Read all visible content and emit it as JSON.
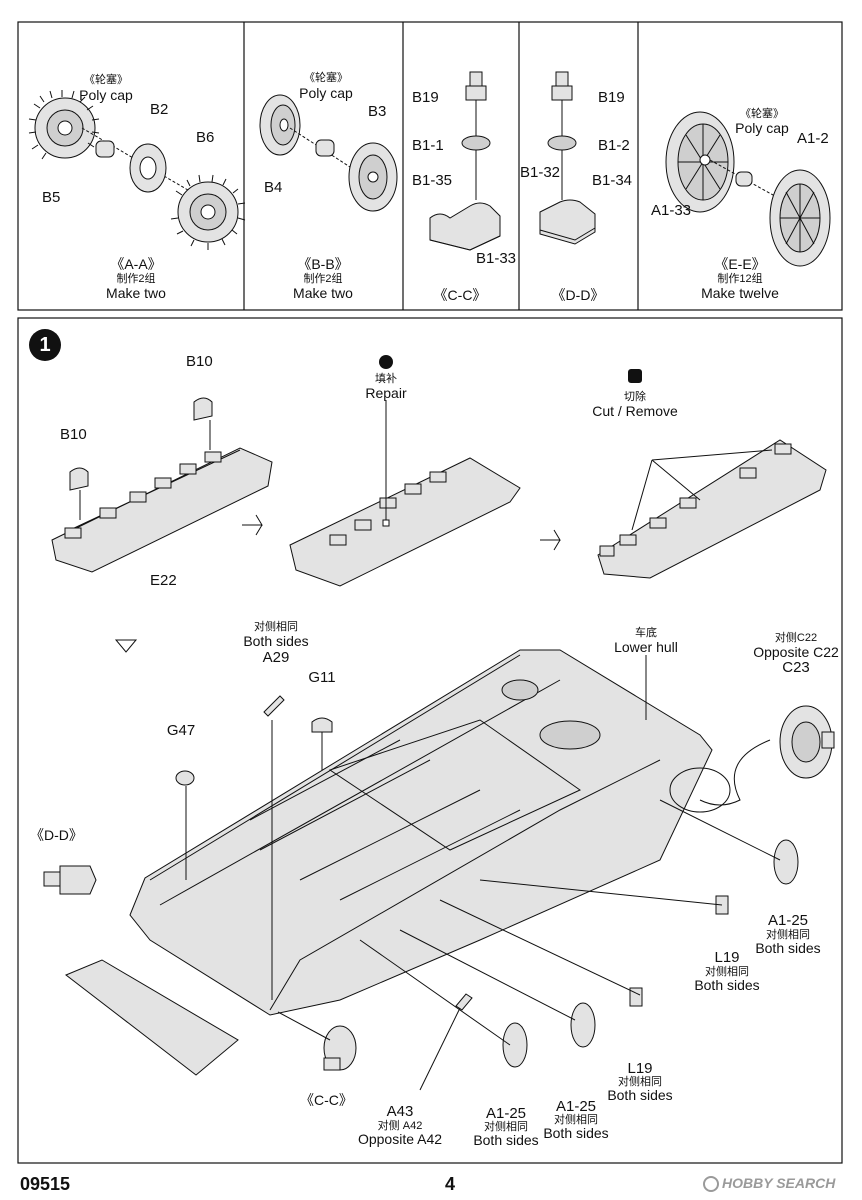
{
  "sub_assemblies": [
    {
      "title": "《A-A》",
      "note_cn": "制作2组",
      "note_en": "Make two",
      "cap_cn": "《轮塞》",
      "cap_en": "Poly cap",
      "parts": [
        "B2",
        "B6",
        "B5"
      ]
    },
    {
      "title": "《B-B》",
      "note_cn": "制作2组",
      "note_en": "Make two",
      "cap_cn": "《轮塞》",
      "cap_en": "Poly cap",
      "parts": [
        "B3",
        "B4"
      ]
    },
    {
      "title": "《C-C》",
      "parts": [
        "B19",
        "B1-1",
        "B1-35",
        "B1-33"
      ]
    },
    {
      "title": "《D-D》",
      "parts": [
        "B19",
        "B1-2",
        "B1-32",
        "B1-34"
      ]
    },
    {
      "title": "《E-E》",
      "note_cn": "制作12组",
      "note_en": "Make twelve",
      "cap_cn": "《轮塞》",
      "cap_en": "Poly cap",
      "parts": [
        "A1-2",
        "A1-33"
      ]
    }
  ],
  "step": {
    "number": "1",
    "repair_cn": "填补",
    "repair_en": "Repair",
    "remove_cn": "切除",
    "remove_en": "Cut / Remove",
    "labels": {
      "b10_top": "B10",
      "b10_left": "B10",
      "e22": "E22",
      "a29": "A29",
      "a29_cn": "对侧相同",
      "a29_en": "Both sides",
      "g11": "G11",
      "g47": "G47",
      "dd_ref": "《D-D》",
      "cc_ref": "《C-C》",
      "lower_hull_cn": "车底",
      "lower_hull_en": "Lower hull",
      "c23_cn": "对侧C22",
      "c23_en": "Opposite C22",
      "c23": "C23",
      "a1_25_right": "A1-25",
      "a1_25_right_cn": "对侧相同",
      "a1_25_right_en": "Both sides",
      "l19_upper": "L19",
      "l19_upper_cn": "对侧相同",
      "l19_upper_en": "Both sides",
      "l19_lower": "L19",
      "l19_lower_cn": "对侧相同",
      "l19_lower_en": "Both sides",
      "a43": "A43",
      "a43_cn": "对侧 A42",
      "a43_en": "Opposite  A42",
      "a1_25_mid": "A1-25",
      "a1_25_mid_cn": "对侧相同",
      "a1_25_mid_en": "Both sides",
      "a1_25_low": "A1-25",
      "a1_25_low_cn": "对侧相同",
      "a1_25_low_en": "Both sides"
    }
  },
  "footer": {
    "code": "09515",
    "page": "4",
    "watermark": "HOBBY SEARCH"
  },
  "colors": {
    "ink": "#111111",
    "part_fill": "#e3e3e3",
    "watermark": "#9a9a9a"
  }
}
